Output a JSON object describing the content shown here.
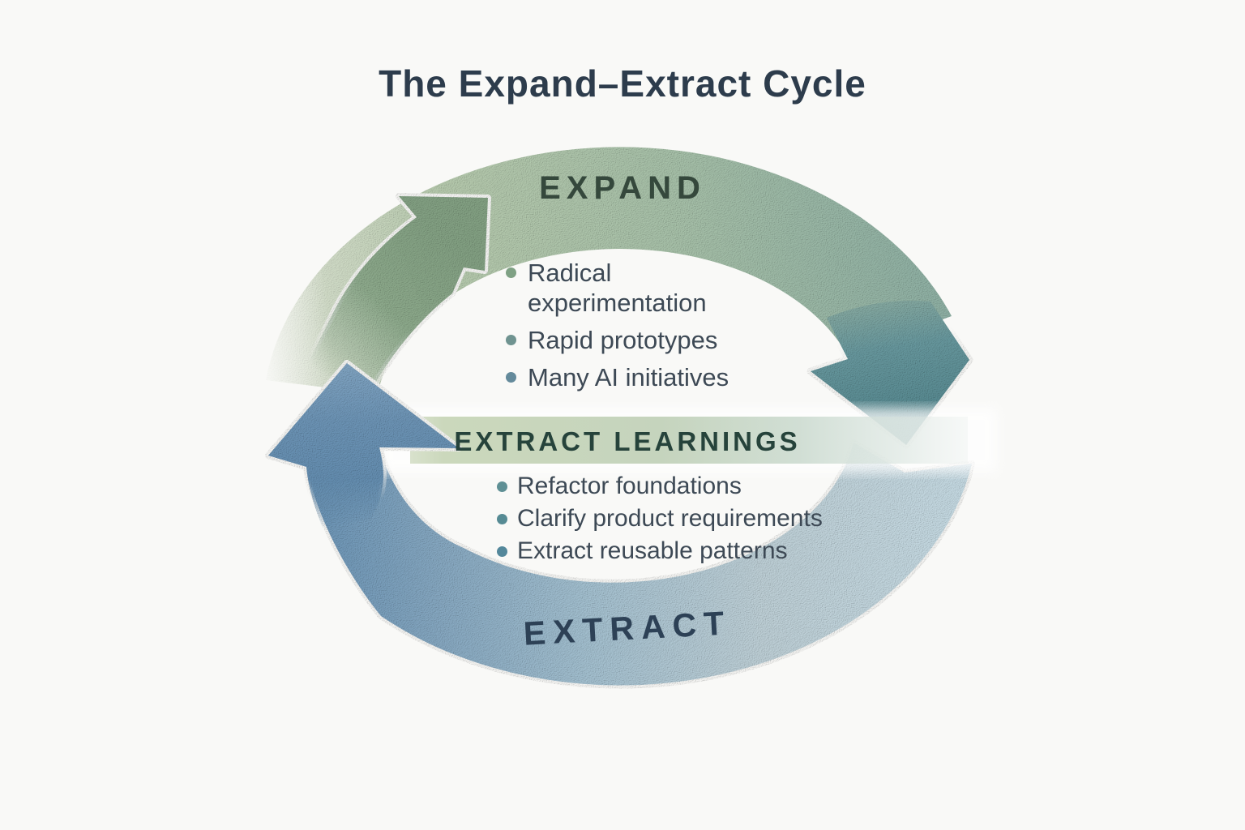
{
  "title": "The Expand–Extract Cycle",
  "expand": {
    "label": "EXPAND",
    "bullets": [
      {
        "text": "Radical experimentation",
        "dot_color": "#7fa184"
      },
      {
        "text": "Rapid prototypes",
        "dot_color": "#6f9390"
      },
      {
        "text": "Many AI initiatives",
        "dot_color": "#648a9b"
      }
    ]
  },
  "extract_learnings": {
    "label": "EXTRACT LEARNINGS",
    "bullets": [
      {
        "text": "Refactor foundations",
        "dot_color": "#5f9095"
      },
      {
        "text": "Clarify product requirements",
        "dot_color": "#568b94"
      },
      {
        "text": "Extract reusable patterns",
        "dot_color": "#54889b"
      }
    ]
  },
  "extract": {
    "label": "EXTRACT"
  },
  "colors": {
    "background": "#f9f9f7",
    "title_text": "#2d3c4c",
    "expand_arc_green": "#a9c3ab",
    "expand_label_text": "#35483c",
    "flow_arrow_green": "#8caa8b",
    "teal_arrowhead": "#5d8e93",
    "extract_arc_blue": "#a5c2d2",
    "extract_arrowhead_blue": "#6e96b8",
    "banner_green": "#c5d4bd",
    "banner_label_text": "#26433b",
    "extract_label_text": "#2d4156",
    "bullet_text": "#3d4955"
  }
}
